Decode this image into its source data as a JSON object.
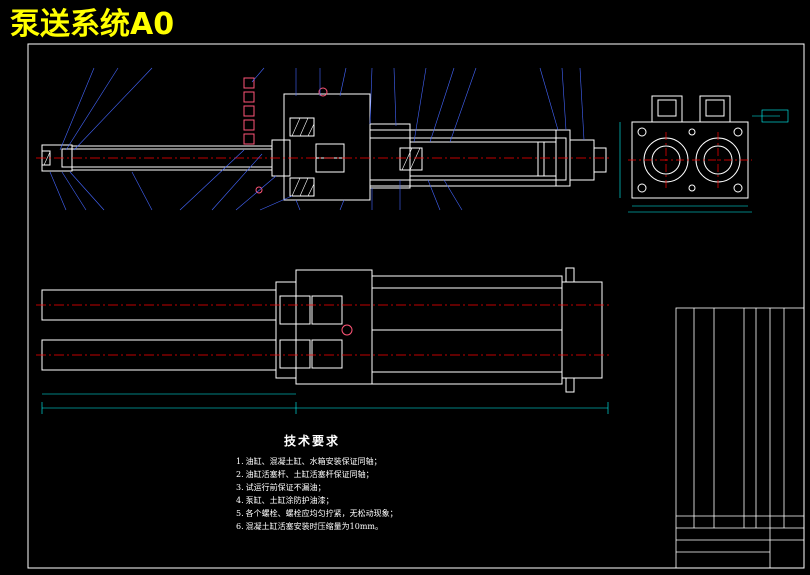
{
  "drawing": {
    "title": "泵送系统A0",
    "colors": {
      "background": "#000000",
      "outline": "#ffffff",
      "title": "#ffff00",
      "centerline": "#ff0000",
      "dimension": "#00ffff",
      "leader": "#4466ff",
      "part": "#ff5577"
    }
  },
  "tech_requirements": {
    "heading": "技术要求",
    "items": [
      {
        "num": "1.",
        "text": "油缸、混凝土缸、水箱安装保证同轴；"
      },
      {
        "num": "2.",
        "text": "油缸活塞杆、土缸活塞杆保证同轴；"
      },
      {
        "num": "3.",
        "text": "试运行前保证不漏油；"
      },
      {
        "num": "4.",
        "text": "泵缸、土缸涂防护油漆；"
      },
      {
        "num": "5.",
        "text": "各个螺栓、螺栓应均匀拧紧，无松动现象；"
      },
      {
        "num": "6.",
        "text": "混凝土缸活塞安装时压缩量为10mm。"
      }
    ]
  }
}
